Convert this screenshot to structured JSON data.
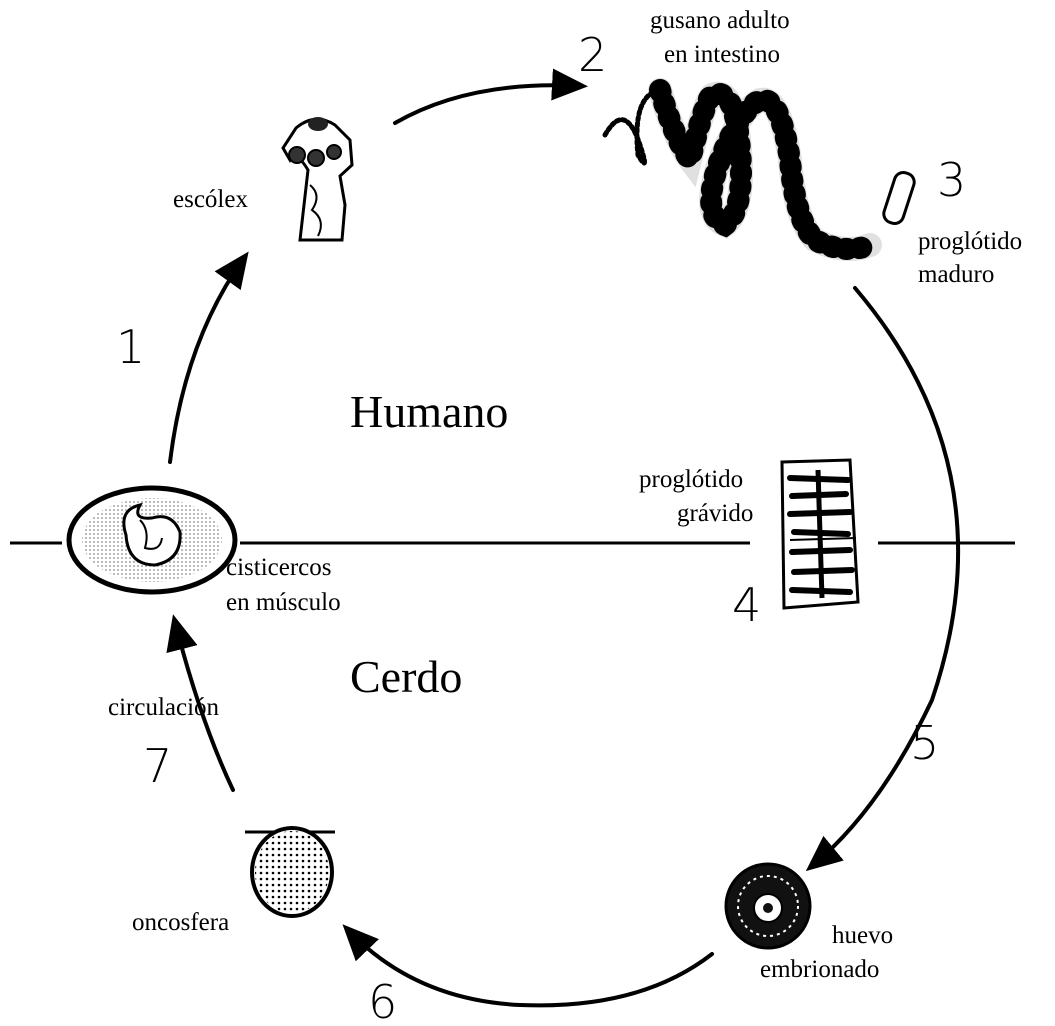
{
  "hosts": {
    "upper": "Humano",
    "lower": "Cerdo"
  },
  "steps": {
    "s1": "1",
    "s2": "2",
    "s3": "3",
    "s4": "4",
    "s5": "5",
    "s6": "6",
    "s7": "7"
  },
  "labels": {
    "escolex": "escólex",
    "adult_line1": "gusano adulto",
    "adult_line2": "en intestino",
    "mature_line1": "proglótido",
    "mature_line2": "maduro",
    "gravid_line1": "proglótido",
    "gravid_line2": "grávido",
    "cyst_line1": "cisticercos",
    "cyst_line2": "en músculo",
    "circulation": "circulación",
    "oncosphere": "oncosfera",
    "egg_line1": "huevo",
    "egg_line2": "embrionado"
  }
}
